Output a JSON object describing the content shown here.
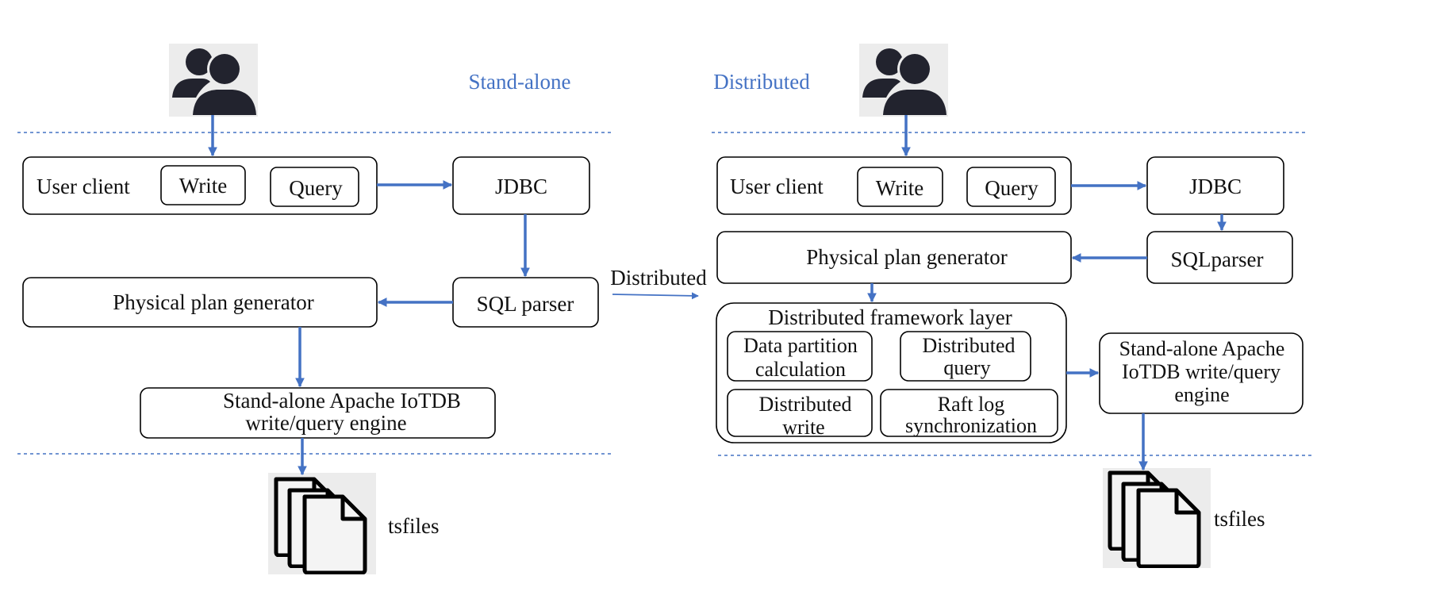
{
  "standalone": {
    "mode_label": "Stand-alone",
    "user_client": "User client",
    "write": "Write",
    "query": "Query",
    "jdbc": "JDBC",
    "sql_parser": "SQL parser",
    "physical_plan": "Physical plan generator",
    "engine_line1": "Stand-alone Apache IoTDB",
    "engine_line2": "write/query engine",
    "tsfiles": "tsfiles"
  },
  "transition_label": "Distributed",
  "distributed": {
    "mode_label": "Distributed",
    "user_client": "User client",
    "write": "Write",
    "query": "Query",
    "jdbc": "JDBC",
    "sql_parser": "SQLparser",
    "physical_plan": "Physical plan generator",
    "framework_title": "Distributed framework layer",
    "partition_line1": "Data partition",
    "partition_line2": "calculation",
    "dquery_line1": "Distributed",
    "dquery_line2": "query",
    "dwrite_line1": "Distributed",
    "dwrite_line2": "write",
    "raft_line1": "Raft log",
    "raft_line2": "synchronization",
    "engine_line1": "Stand-alone Apache",
    "engine_line2": "IoTDB write/query",
    "engine_line3": "engine",
    "tsfiles": "tsfiles"
  },
  "colors": {
    "accent": "#4472C4",
    "stroke": "#000000",
    "user_icon": "#22232e"
  }
}
